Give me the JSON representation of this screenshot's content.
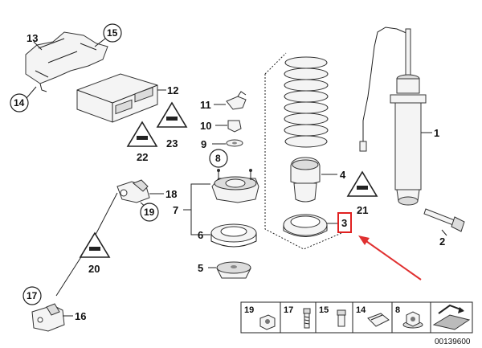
{
  "diagram": {
    "part_numbers": {
      "p1": "1",
      "p2": "2",
      "p3": "3",
      "p4": "4",
      "p5": "5",
      "p6": "6",
      "p7": "7",
      "p8": "8",
      "p9": "9",
      "p10": "10",
      "p11": "11",
      "p12": "12",
      "p13": "13",
      "p14": "14",
      "p15": "15",
      "p16": "16",
      "p17": "17",
      "p18": "18",
      "p19": "19",
      "p20": "20",
      "p21": "21",
      "p22": "22",
      "p23": "23"
    },
    "highlight": {
      "label": "3",
      "color": "#e02020"
    },
    "arrow_color": "#e03030"
  },
  "legend": {
    "items": [
      "19",
      "17",
      "15",
      "14",
      "8"
    ]
  },
  "figure_id": "00139600"
}
